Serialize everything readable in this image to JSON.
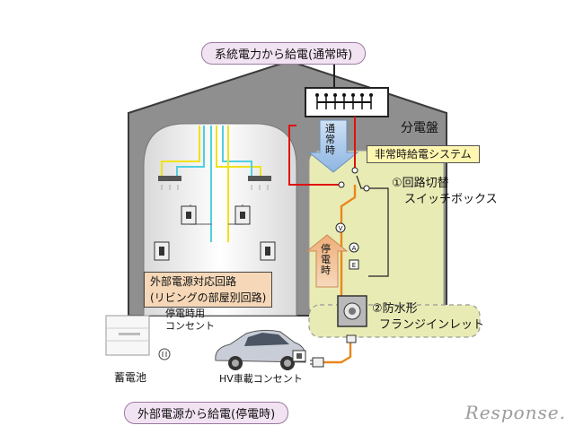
{
  "labels": {
    "top_title": "系統電力から給電(通常時)",
    "distribution_board": "分電盤",
    "normal_time": "通常時",
    "emergency_system": "非常時給電システム",
    "circuit_switch_line1": "①回路切替",
    "circuit_switch_line2": "スイッチボックス",
    "power_outage": "停電時",
    "external_circuit_line1": "外部電源対応回路",
    "external_circuit_line2": "(リビングの部屋別回路)",
    "outage_outlet_line1": "停電時用",
    "outage_outlet_line2": "コンセント",
    "waterproof_line1": "②防水形",
    "waterproof_line2": "フランジインレット",
    "battery": "蓄電池",
    "hv_outlet": "HV車載コンセント",
    "bottom_title": "外部電源から給電(停電時)",
    "meter_v": "V",
    "meter_a": "A",
    "meter_e": "E"
  },
  "watermark": "Response.",
  "colors": {
    "house_fill": "#8f8f8f",
    "house_stroke": "#3a3a3a",
    "room_fill": "#f3f3f3",
    "emergency_zone": "#e9ebb4",
    "normal_line": "#e01010",
    "emergency_line": "#e8871e",
    "wire_yellow": "#f0e21a",
    "wire_cyan": "#4fd0e0",
    "arrow_blue": "#aac8ea",
    "arrow_orange": "#f3c9a5"
  },
  "icons": [
    "ceiling-light-icon",
    "wall-outlet-icon",
    "battery-unit-icon",
    "car-icon",
    "flange-inlet-icon",
    "plug-icon",
    "switch-icon"
  ]
}
